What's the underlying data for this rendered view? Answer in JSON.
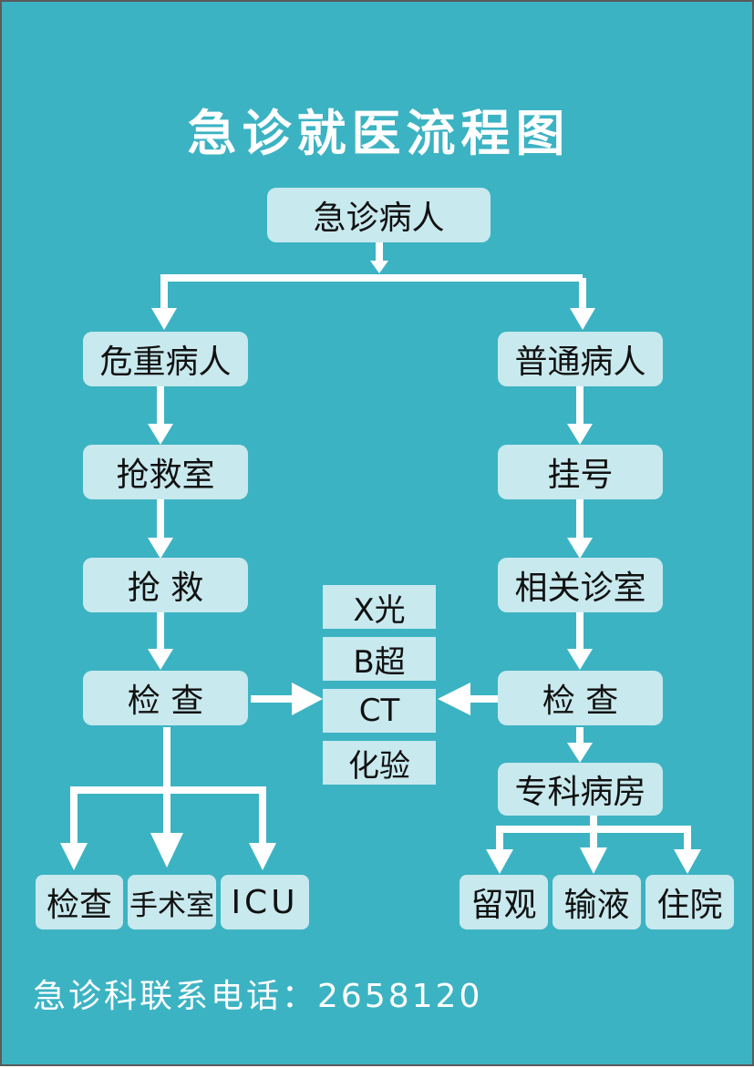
{
  "title": "急诊就医流程图",
  "colors": {
    "background": "#3cb3c3",
    "box": "#c8e9ee",
    "arrow": "#ffffff",
    "text": "#111111"
  },
  "nodes": {
    "start": "急诊病人",
    "critical": "危重病人",
    "general": "普通病人",
    "resus_room": "抢救室",
    "resus": "抢  救",
    "registration": "挂号",
    "dept_clinic": "相关诊室",
    "exam_left": "检  查",
    "exam_right": "检  查",
    "ward": "专科病房",
    "out_left": [
      "检查",
      "手术室",
      "ICU"
    ],
    "out_right": [
      "留观",
      "输液",
      "住院"
    ]
  },
  "exams": [
    "X光",
    "B超",
    "CT",
    "化验"
  ],
  "contact": {
    "label": "急诊科联系电话：",
    "number": "2658120"
  }
}
